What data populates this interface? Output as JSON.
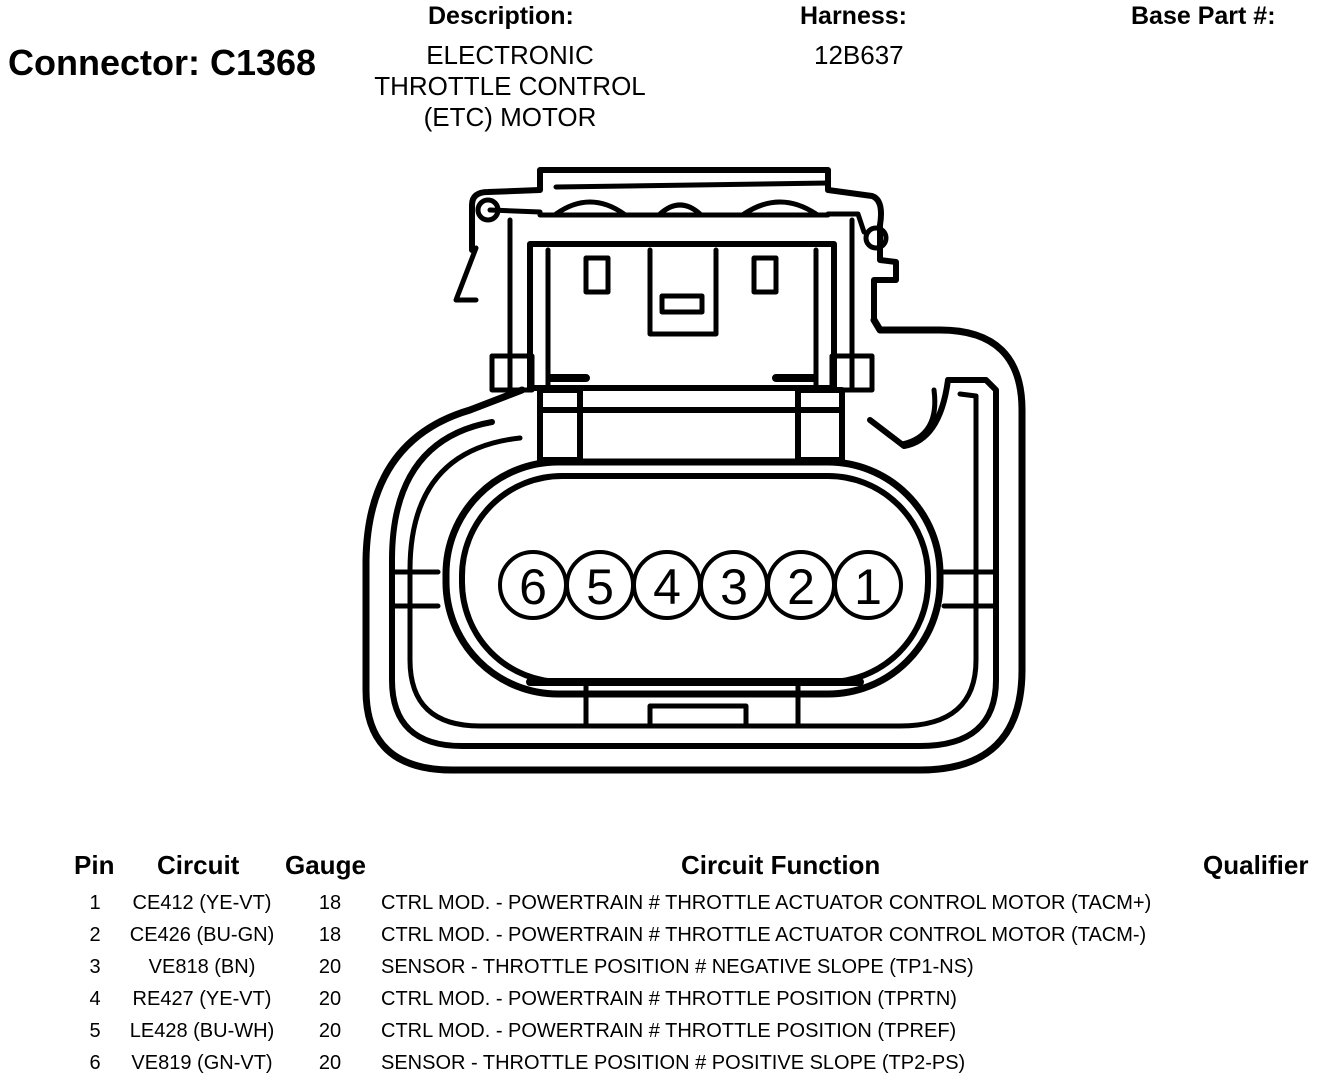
{
  "connector": {
    "title": "Connector: C1368"
  },
  "description": {
    "label": "Description:",
    "lines": [
      "ELECTRONIC",
      "THROTTLE CONTROL",
      "(ETC) MOTOR"
    ]
  },
  "harness": {
    "label": "Harness:",
    "value": "12B637"
  },
  "base_part": {
    "label": "Base Part #:",
    "value": ""
  },
  "pin_labels": [
    "6",
    "5",
    "4",
    "3",
    "2",
    "1"
  ],
  "table": {
    "headers": {
      "pin": "Pin",
      "circuit": "Circuit",
      "gauge": "Gauge",
      "function": "Circuit Function",
      "qualifier": "Qualifier"
    },
    "rows": [
      {
        "pin": "1",
        "circuit": "CE412 (YE-VT)",
        "gauge": "18",
        "function": "CTRL MOD. - POWERTRAIN # THROTTLE ACTUATOR CONTROL MOTOR (TACM+)",
        "qualifier": ""
      },
      {
        "pin": "2",
        "circuit": "CE426 (BU-GN)",
        "gauge": "18",
        "function": "CTRL MOD. - POWERTRAIN # THROTTLE ACTUATOR CONTROL MOTOR (TACM-)",
        "qualifier": ""
      },
      {
        "pin": "3",
        "circuit": "VE818 (BN)",
        "gauge": "20",
        "function": "SENSOR - THROTTLE POSITION # NEGATIVE SLOPE (TP1-NS)",
        "qualifier": ""
      },
      {
        "pin": "4",
        "circuit": "RE427 (YE-VT)",
        "gauge": "20",
        "function": "CTRL MOD. - POWERTRAIN # THROTTLE POSITION (TPRTN)",
        "qualifier": ""
      },
      {
        "pin": "5",
        "circuit": "LE428 (BU-WH)",
        "gauge": "20",
        "function": "CTRL MOD. - POWERTRAIN # THROTTLE POSITION (TPREF)",
        "qualifier": ""
      },
      {
        "pin": "6",
        "circuit": "VE819 (GN-VT)",
        "gauge": "20",
        "function": "SENSOR - THROTTLE POSITION # POSITIVE SLOPE (TP2-PS)",
        "qualifier": ""
      }
    ]
  }
}
